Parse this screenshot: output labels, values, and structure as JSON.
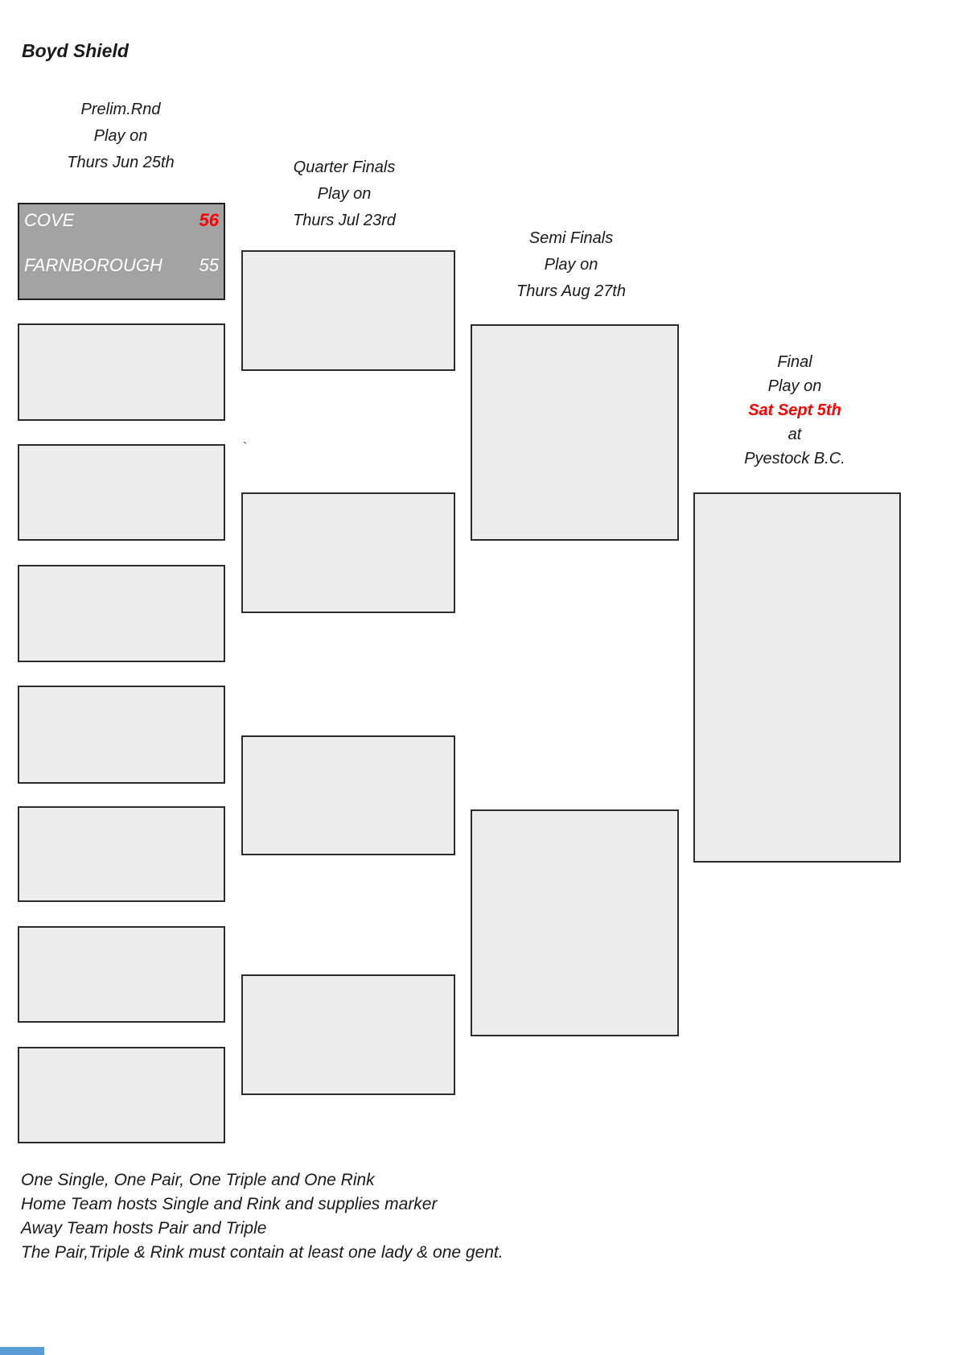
{
  "page": {
    "title": "Boyd Shield"
  },
  "headers": {
    "prelim": {
      "lines": [
        "Prelim.Rnd",
        "Play on",
        "Thurs Jun 25th"
      ]
    },
    "quarter": {
      "lines": [
        "Quarter Finals",
        "Play on",
        "Thurs Jul 23rd"
      ]
    },
    "semi": {
      "lines": [
        "Semi Finals",
        "Play on",
        "Thurs Aug 27th"
      ]
    },
    "final": {
      "line1": "Final",
      "line2": "Play on",
      "date": "Sat Sept 5th",
      "line4": "at",
      "venue": "Pyestock B.C."
    }
  },
  "prelim_match": {
    "home_team": "COVE",
    "home_score": "56",
    "away_team": "FARNBOROUGH",
    "away_score": "55"
  },
  "notes": [
    "One Single, One Pair, One Triple and One Rink",
    "Home Team hosts Single and Rink and supplies marker",
    "Away Team hosts Pair and Triple",
    "The Pair,Triple & Rink must contain at least one lady & one gent."
  ],
  "stray_mark": "`",
  "colors": {
    "winner_score_red": "#ff0000",
    "final_date_red": "#ff0000",
    "played_box_fill": "#a3a3a3",
    "empty_box_fill": "#ececec",
    "box_border": "#2b2b2b",
    "blue_corner_bar": "#5b9bd5",
    "winner_text": "#ffffff"
  }
}
